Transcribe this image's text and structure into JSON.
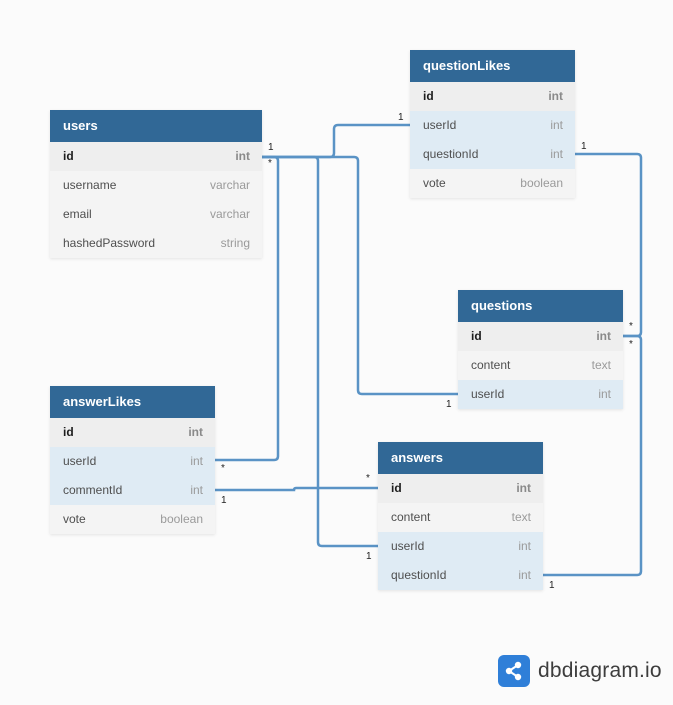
{
  "colors": {
    "header": "#316896",
    "connector": "#5a93c5",
    "pk_row": "#eeeeee",
    "fk_row": "#dfebf4",
    "plain_row": "#f4f4f4",
    "brand": "#2f7fd8"
  },
  "tables": {
    "users": {
      "name": "users",
      "fields": [
        {
          "name": "id",
          "type": "int",
          "pk": true
        },
        {
          "name": "username",
          "type": "varchar"
        },
        {
          "name": "email",
          "type": "varchar"
        },
        {
          "name": "hashedPassword",
          "type": "string"
        }
      ]
    },
    "questionLikes": {
      "name": "questionLikes",
      "fields": [
        {
          "name": "id",
          "type": "int",
          "pk": true
        },
        {
          "name": "userId",
          "type": "int",
          "fk": true
        },
        {
          "name": "questionId",
          "type": "int",
          "fk": true
        },
        {
          "name": "vote",
          "type": "boolean"
        }
      ]
    },
    "questions": {
      "name": "questions",
      "fields": [
        {
          "name": "id",
          "type": "int",
          "pk": true
        },
        {
          "name": "content",
          "type": "text"
        },
        {
          "name": "userId",
          "type": "int",
          "fk": true
        }
      ]
    },
    "answerLikes": {
      "name": "answerLikes",
      "fields": [
        {
          "name": "id",
          "type": "int",
          "pk": true
        },
        {
          "name": "userId",
          "type": "int",
          "fk": true
        },
        {
          "name": "commentId",
          "type": "int",
          "fk": true
        },
        {
          "name": "vote",
          "type": "boolean"
        }
      ]
    },
    "answers": {
      "name": "answers",
      "fields": [
        {
          "name": "id",
          "type": "int",
          "pk": true
        },
        {
          "name": "content",
          "type": "text"
        },
        {
          "name": "userId",
          "type": "int",
          "fk": true
        },
        {
          "name": "questionId",
          "type": "int",
          "fk": true
        }
      ]
    }
  },
  "relations": [
    {
      "from": "users.id",
      "to": "questionLikes.userId",
      "from_card": "1",
      "to_card": "1"
    },
    {
      "from": "users.id",
      "to": "questions.userId",
      "from_card": "1",
      "to_card": "1"
    },
    {
      "from": "users.id",
      "to": "answers.userId",
      "from_card": "1",
      "to_card": "1"
    },
    {
      "from": "users.id",
      "to": "answerLikes.userId",
      "from_card": "*",
      "to_card": "*"
    },
    {
      "from": "questions.id",
      "to": "questionLikes.questionId",
      "from_card": "*",
      "to_card": "1"
    },
    {
      "from": "questions.id",
      "to": "answers.questionId",
      "from_card": "*",
      "to_card": "1"
    },
    {
      "from": "answers.id",
      "to": "answerLikes.commentId",
      "from_card": "*",
      "to_card": "1"
    }
  ],
  "brand": {
    "name": "dbdiagram.io",
    "icon": "share-icon"
  }
}
